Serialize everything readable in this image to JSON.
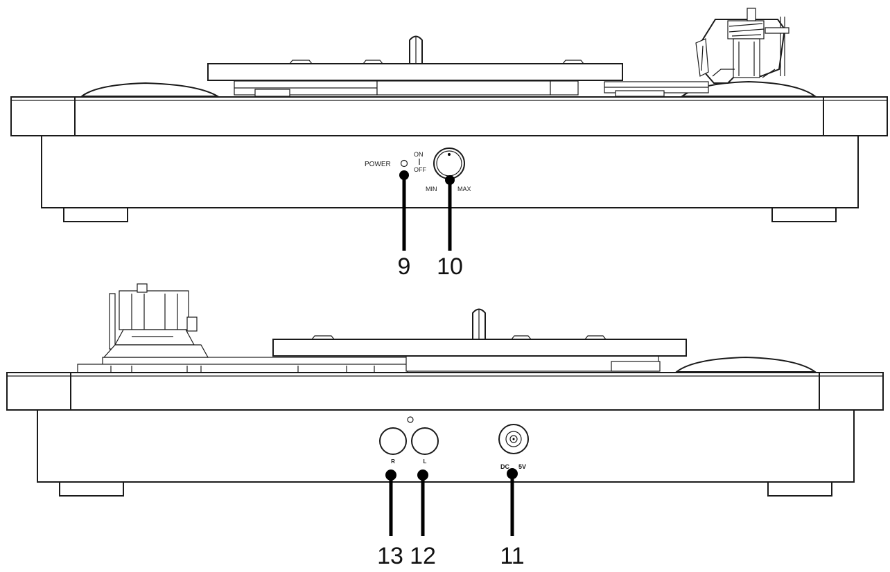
{
  "front_panel": {
    "power_label": "POWER",
    "on_label": "ON",
    "off_label": "OFF",
    "min_label": "MIN",
    "max_label": "MAX"
  },
  "rear_panel": {
    "r_label": "R",
    "l_label": "L",
    "dc_label": "DC",
    "volt_label": "5V"
  },
  "callouts": {
    "power_switch": "9",
    "volume_knob": "10",
    "dc_jack": "11",
    "l_output": "12",
    "r_output": "13"
  }
}
